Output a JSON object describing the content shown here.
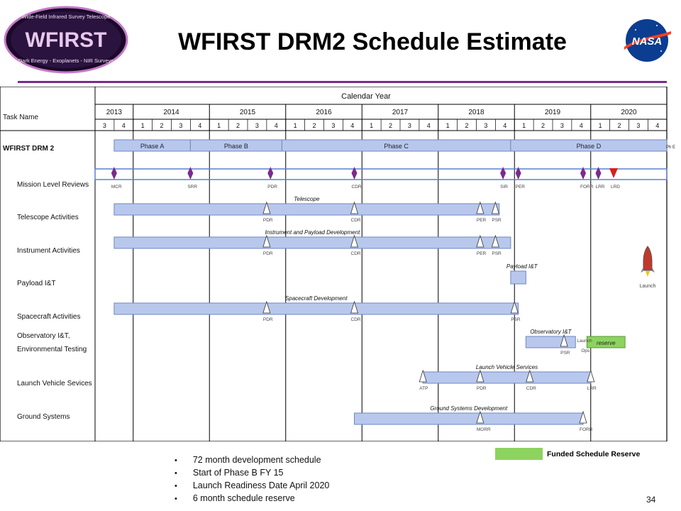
{
  "slide": {
    "title": "WFIRST DRM2 Schedule Estimate",
    "logo_top_text": "Wide-Field Infrared Survey Telescope",
    "logo_main_text": "WFIRST",
    "logo_bottom_text": "Dark Energy - Exoplanets - NIR Surveys",
    "nasa_logo_text": "NASA",
    "page_number": "34",
    "legend_label": "Funded Schedule Reserve",
    "notes": [
      "72 month development schedule",
      "Start of Phase B FY 15",
      "Launch Readiness Date April 2020",
      "6 month schedule reserve"
    ],
    "accent_color": "#7a2b8c",
    "reserve_color": "#8dd35f"
  },
  "chart_data": {
    "type": "gantt",
    "header_title": "Calendar Year",
    "task_column_label": "Task Name",
    "years": [
      "2013",
      "2014",
      "2015",
      "2016",
      "2017",
      "2018",
      "2019",
      "2020"
    ],
    "quarters": [
      "3",
      "4",
      "1",
      "2",
      "3",
      "4",
      "1",
      "2",
      "3",
      "4",
      "1",
      "2",
      "3",
      "4",
      "1",
      "2",
      "3",
      "4",
      "1",
      "2",
      "3",
      "4",
      "1",
      "2",
      "3",
      "4",
      "1",
      "2",
      "3",
      "4"
    ],
    "time_unit": "calendar quarter (0 = 2013 Q3)",
    "tasks": [
      "WFIRST DRM 2",
      "Mission Level Reviews",
      "Telescope Activities",
      "Instrument Activities",
      "Payload I&T",
      "Spacecraft Activities",
      "Observatory I&T,",
      "Environmental Testing",
      "Launch Vehicle Sevices",
      "Ground Systems"
    ],
    "phases": [
      {
        "label": "Phase A",
        "start": 0.25,
        "end": 1.25
      },
      {
        "label": "Phase B",
        "start": 1.25,
        "end": 2.45
      },
      {
        "label": "Phase C",
        "start": 2.45,
        "end": 5.45
      },
      {
        "label": "Phase D",
        "start": 5.45,
        "end": 7.6
      },
      {
        "label": "Ph E",
        "start": 7.6,
        "end": 8.0
      }
    ],
    "milestones": [
      {
        "label": "MCR",
        "x": 0.25
      },
      {
        "label": "SRR",
        "x": 1.25
      },
      {
        "label": "PDR",
        "x": 2.3
      },
      {
        "label": "CDR",
        "x": 3.4
      },
      {
        "label": "SIR",
        "x": 5.35
      },
      {
        "label": "PER",
        "x": 5.55
      },
      {
        "label": "FORR",
        "x": 6.4
      },
      {
        "label": "LRR",
        "x": 6.6
      },
      {
        "label": "LRD",
        "x": 6.8
      }
    ],
    "launch_label": "Launch",
    "activities": [
      {
        "name": "Telescope",
        "start": 0.25,
        "end": 5.3,
        "marks": [
          {
            "label": "PDR",
            "x": 2.25
          },
          {
            "label": "CDR",
            "x": 3.4
          },
          {
            "label": "PER",
            "x": 5.05
          },
          {
            "label": "PSR",
            "x": 5.25
          }
        ]
      },
      {
        "name": "Instrument and Payload Development",
        "start": 0.25,
        "end": 5.45,
        "marks": [
          {
            "label": "PDR",
            "x": 2.25
          },
          {
            "label": "CDR",
            "x": 3.4
          },
          {
            "label": "PER",
            "x": 5.05
          },
          {
            "label": "PSR",
            "x": 5.25
          }
        ]
      },
      {
        "name": "Payload I&T",
        "start": 5.45,
        "end": 5.65,
        "marks": []
      },
      {
        "name": "Spacecraft Development",
        "start": 0.25,
        "end": 5.55,
        "marks": [
          {
            "label": "PDR",
            "x": 2.25
          },
          {
            "label": "CDR",
            "x": 3.4
          },
          {
            "label": "PSR",
            "x": 5.5
          }
        ]
      },
      {
        "name": "Observatory I&T",
        "start": 5.65,
        "end": 6.3,
        "marks": [
          {
            "label": "PSR",
            "x": 6.15
          }
        ]
      },
      {
        "name": "Launch Vehicle Services",
        "start": 4.3,
        "end": 6.5,
        "marks": [
          {
            "label": "ATP",
            "x": 4.3
          },
          {
            "label": "PDR",
            "x": 5.05
          },
          {
            "label": "CDR",
            "x": 5.7
          },
          {
            "label": "LRR",
            "x": 6.5
          }
        ]
      },
      {
        "name": "Ground Systems Development",
        "start": 3.4,
        "end": 6.4,
        "marks": [
          {
            "label": "MORR",
            "x": 5.05
          },
          {
            "label": "FORR",
            "x": 6.4
          }
        ]
      }
    ],
    "reserve": {
      "label": "reserve",
      "start": 6.45,
      "end": 6.95
    },
    "launch_ops_label": "Launch Ops"
  }
}
